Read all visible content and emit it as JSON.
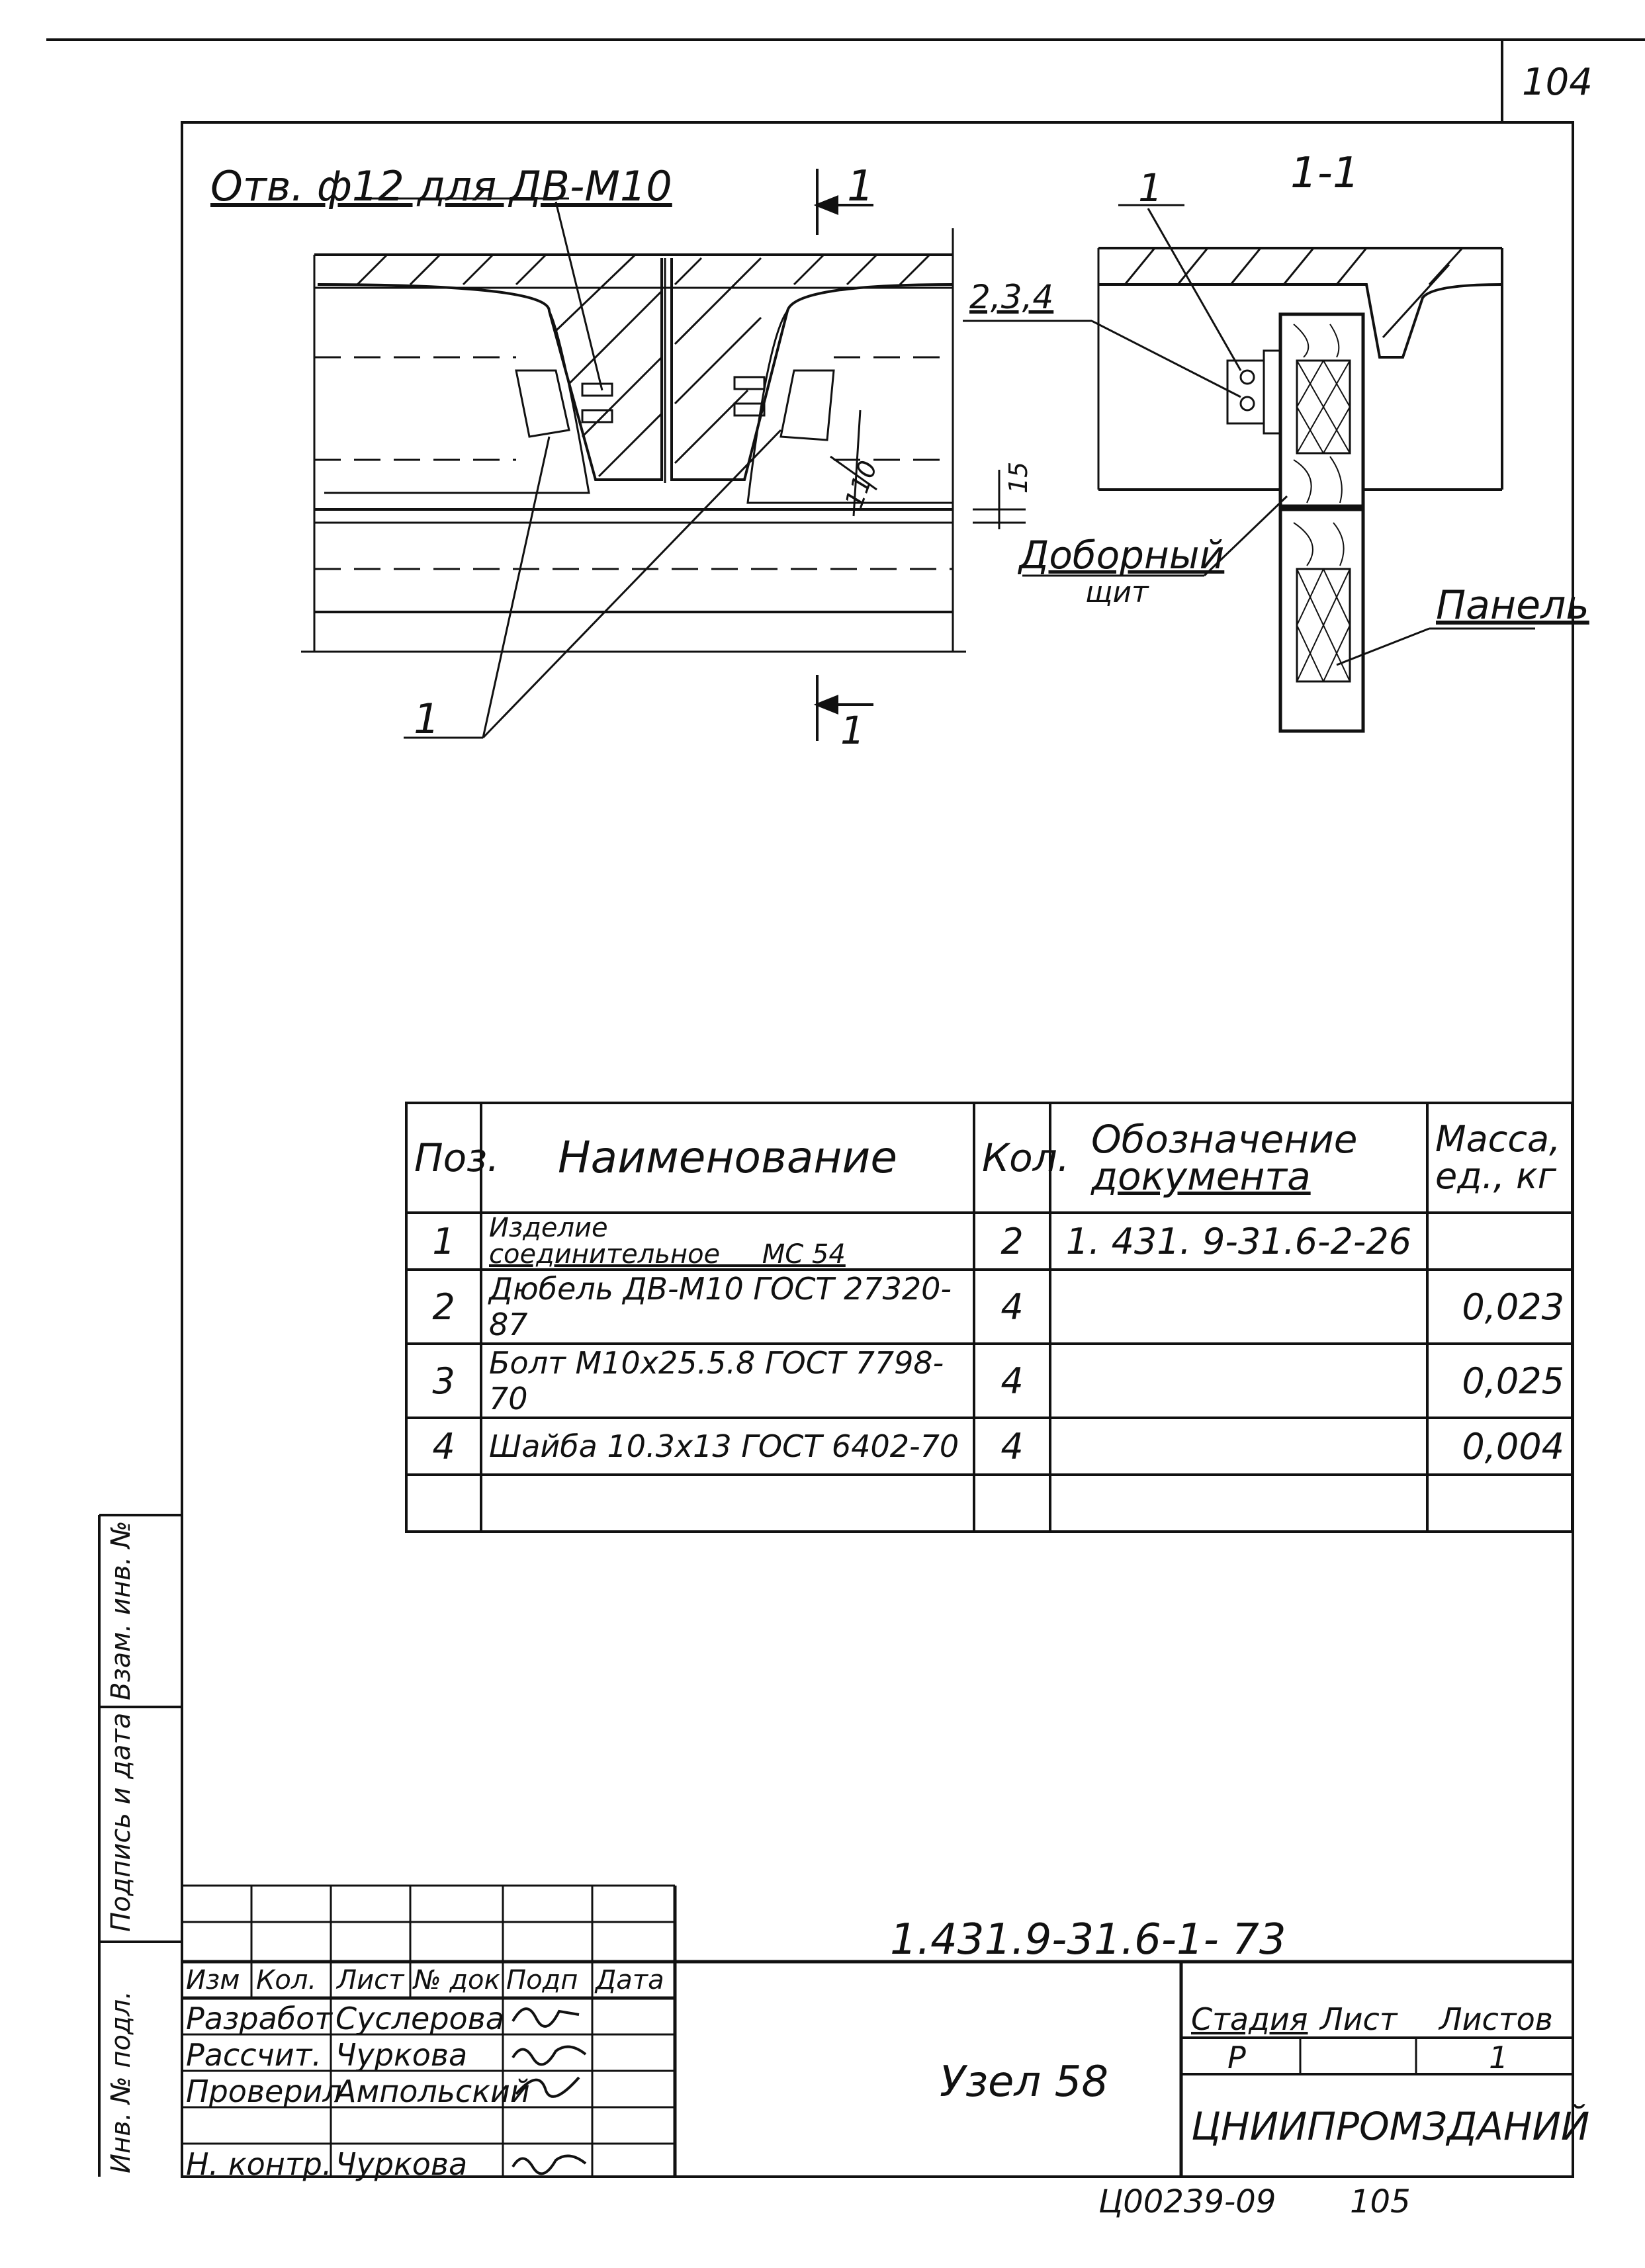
{
  "sheet_number": "104",
  "drawing": {
    "hole_note": "Отв. ф12 для ДВ-М10",
    "section_mark_top": "1",
    "section_mark_bottom": "1",
    "section_title": "1-1",
    "callout_1_left": "1",
    "callout_1_right": "1",
    "callout_234": "2,3,4",
    "dim_15": "15",
    "dim_110": "110",
    "label_dobornyi": "Доборный",
    "label_shchit": "щит",
    "label_panel": "Панель"
  },
  "spec_table": {
    "headers": {
      "pos": "Поз.",
      "name": "Наименование",
      "qty": "Кол.",
      "doc_line1": "Обозначение",
      "doc_line2": "документа",
      "mass_line1": "Масса,",
      "mass_line2": "ед., кг"
    },
    "rows": [
      {
        "pos": "1",
        "name_line1": "Изделие",
        "name_line2": "соединительное     МС 54",
        "qty": "2",
        "doc": "1. 431. 9-31.6-2-26",
        "mass": ""
      },
      {
        "pos": "2",
        "name": "Дюбель ДВ-М10 ГОСТ 27320-87",
        "qty": "4",
        "doc": "",
        "mass": "0,023"
      },
      {
        "pos": "3",
        "name": "Болт М10х25.5.8 ГОСТ 7798-70",
        "qty": "4",
        "doc": "",
        "mass": "0,025"
      },
      {
        "pos": "4",
        "name": "Шайба 10.3х13 ГОСТ 6402-70",
        "qty": "4",
        "doc": "",
        "mass": "0,004"
      }
    ]
  },
  "title_block": {
    "designation": "1.431.9-31.6-1- 73",
    "header_izm": "Изм",
    "header_kol": "Кол.",
    "header_list": "Лист",
    "header_ndok": "№ док",
    "header_podp": "Подп",
    "header_data": "Дата",
    "role_razrab": "Разработ",
    "role_rasschit": "Рассчит.",
    "role_proveril": "Проверил",
    "role_nkontr": "Н. контр.",
    "name_razrab": "Суслерова",
    "name_rasschit": "Чуркова",
    "name_proveril": "Ампольский",
    "name_nkontr": "Чуркова",
    "drawing_name": "Узел 58",
    "stadia_label": "Стадия",
    "list_label": "Лист",
    "listov_label": "Листов",
    "stadia_value": "Р",
    "listov_value": "1",
    "organization": "ЦНИИПРОМЗДАНИЙ"
  },
  "side_stamp": {
    "inv_podl": "Инв. № подл.",
    "podp_data": "Подпись и дата",
    "vzam_inv": "Взам. инв. №"
  },
  "footer": {
    "archive_code": "Ц00239-09",
    "page": "105"
  }
}
